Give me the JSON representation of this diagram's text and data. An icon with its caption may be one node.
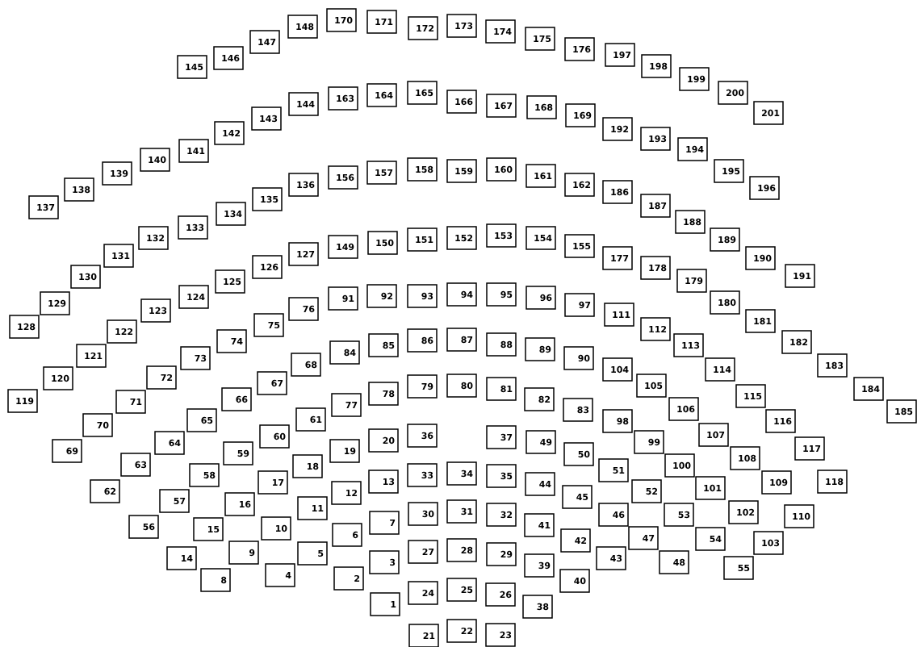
{
  "diagram": {
    "nodes": [
      {
        "text": [
          "145"
        ]
      },
      {
        "text": [
          "146"
        ]
      },
      {
        "text": [
          "147"
        ]
      },
      {
        "text": [
          "148"
        ]
      },
      {
        "text": [
          "170"
        ]
      },
      {
        "text": [
          "171"
        ]
      },
      {
        "text": [
          "172"
        ]
      },
      {
        "text": [
          "173"
        ]
      },
      {
        "text": [
          "174"
        ]
      },
      {
        "text": [
          "175"
        ]
      },
      {
        "text": [
          "176"
        ]
      },
      {
        "text": [
          "197"
        ]
      },
      {
        "text": [
          "198"
        ]
      },
      {
        "text": [
          "199"
        ]
      },
      {
        "text": [
          "200"
        ]
      },
      {
        "text": [
          "201"
        ]
      },
      {
        "text": [
          "137"
        ]
      },
      {
        "text": [
          "138"
        ]
      },
      {
        "text": [
          "139"
        ]
      },
      {
        "text": [
          "140"
        ]
      },
      {
        "text": [
          "141"
        ]
      },
      {
        "text": [
          "142"
        ]
      },
      {
        "text": [
          "143"
        ]
      },
      {
        "text": [
          "144"
        ]
      },
      {
        "text": [
          "163"
        ]
      },
      {
        "text": [
          "164"
        ]
      },
      {
        "text": [
          "165"
        ]
      },
      {
        "text": [
          "166"
        ]
      },
      {
        "text": [
          "167"
        ]
      },
      {
        "text": [
          "168"
        ]
      },
      {
        "text": [
          "169"
        ]
      },
      {
        "text": [
          "192"
        ]
      },
      {
        "text": [
          "193"
        ]
      },
      {
        "text": [
          "194"
        ]
      },
      {
        "text": [
          "195"
        ]
      },
      {
        "text": [
          "196"
        ]
      },
      {
        "text": [
          "128"
        ]
      },
      {
        "text": [
          "129"
        ]
      },
      {
        "text": [
          "130"
        ]
      },
      {
        "text": [
          "131"
        ]
      },
      {
        "text": [
          "132"
        ]
      },
      {
        "text": [
          "133"
        ]
      },
      {
        "text": [
          "134"
        ]
      },
      {
        "text": [
          "135"
        ]
      },
      {
        "text": [
          "136"
        ]
      },
      {
        "text": [
          "156"
        ]
      },
      {
        "text": [
          "157"
        ]
      },
      {
        "text": [
          "158"
        ]
      },
      {
        "text": [
          "159"
        ]
      },
      {
        "text": [
          "160"
        ]
      },
      {
        "text": [
          "161"
        ]
      },
      {
        "text": [
          "162"
        ]
      },
      {
        "text": [
          "186"
        ]
      },
      {
        "text": [
          "187"
        ]
      },
      {
        "text": [
          "188"
        ]
      },
      {
        "text": [
          "189"
        ]
      },
      {
        "text": [
          "190"
        ]
      },
      {
        "text": [
          "191"
        ]
      },
      {
        "text": [
          "119"
        ]
      },
      {
        "text": [
          "120"
        ]
      },
      {
        "text": [
          "121"
        ]
      },
      {
        "text": [
          "122"
        ]
      },
      {
        "text": [
          "123"
        ]
      },
      {
        "text": [
          "124"
        ]
      },
      {
        "text": [
          "125"
        ]
      },
      {
        "text": [
          "126"
        ]
      },
      {
        "text": [
          "127"
        ]
      },
      {
        "text": [
          "149"
        ]
      },
      {
        "text": [
          "150"
        ]
      },
      {
        "text": [
          "151"
        ]
      },
      {
        "text": [
          "152"
        ]
      },
      {
        "text": [
          "153"
        ]
      },
      {
        "text": [
          "154"
        ]
      },
      {
        "text": [
          "155"
        ]
      },
      {
        "text": [
          "177"
        ]
      },
      {
        "text": [
          "178"
        ]
      },
      {
        "text": [
          "179"
        ]
      },
      {
        "text": [
          "180"
        ]
      },
      {
        "text": [
          "181"
        ]
      },
      {
        "text": [
          "182"
        ]
      },
      {
        "text": [
          "183"
        ]
      },
      {
        "text": [
          "184"
        ]
      },
      {
        "text": [
          "185"
        ]
      },
      {
        "text": [
          "69"
        ]
      },
      {
        "text": [
          "70"
        ]
      },
      {
        "text": [
          "71"
        ]
      },
      {
        "text": [
          "72"
        ]
      },
      {
        "text": [
          "73"
        ]
      },
      {
        "text": [
          "74"
        ]
      },
      {
        "text": [
          "75"
        ]
      },
      {
        "text": [
          "76"
        ]
      },
      {
        "text": [
          "91"
        ]
      },
      {
        "text": [
          "92"
        ]
      },
      {
        "text": [
          "93"
        ]
      },
      {
        "text": [
          "94"
        ]
      },
      {
        "text": [
          "95"
        ]
      },
      {
        "text": [
          "96"
        ]
      },
      {
        "text": [
          "97"
        ]
      },
      {
        "text": [
          "111"
        ]
      },
      {
        "text": [
          "112"
        ]
      },
      {
        "text": [
          "113"
        ]
      },
      {
        "text": [
          "114"
        ]
      },
      {
        "text": [
          "115"
        ]
      },
      {
        "text": [
          "116"
        ]
      },
      {
        "text": [
          "117"
        ]
      },
      {
        "text": [
          "118"
        ]
      },
      {
        "text": [
          "62"
        ]
      },
      {
        "text": [
          "63"
        ]
      },
      {
        "text": [
          "64"
        ]
      },
      {
        "text": [
          "65"
        ]
      },
      {
        "text": [
          "66"
        ]
      },
      {
        "text": [
          "67"
        ]
      },
      {
        "text": [
          "68"
        ]
      },
      {
        "text": [
          "84"
        ]
      },
      {
        "text": [
          "85"
        ]
      },
      {
        "text": [
          "86"
        ]
      },
      {
        "text": [
          "87"
        ]
      },
      {
        "text": [
          "88"
        ]
      },
      {
        "text": [
          "89"
        ]
      },
      {
        "text": [
          "90"
        ]
      },
      {
        "text": [
          "104"
        ]
      },
      {
        "text": [
          "105"
        ]
      },
      {
        "text": [
          "106"
        ]
      },
      {
        "text": [
          "107"
        ]
      },
      {
        "text": [
          "108"
        ]
      },
      {
        "text": [
          "109"
        ]
      },
      {
        "text": [
          "110"
        ]
      },
      {
        "text": [
          "56"
        ]
      },
      {
        "text": [
          "57"
        ]
      },
      {
        "text": [
          "58"
        ]
      },
      {
        "text": [
          "59"
        ]
      },
      {
        "text": [
          "60"
        ]
      },
      {
        "text": [
          "61"
        ]
      },
      {
        "text": [
          "77"
        ]
      },
      {
        "text": [
          "78"
        ]
      },
      {
        "text": [
          "79"
        ]
      },
      {
        "text": [
          "80"
        ]
      },
      {
        "text": [
          "81"
        ]
      },
      {
        "text": [
          "82"
        ]
      },
      {
        "text": [
          "83"
        ]
      },
      {
        "text": [
          "98"
        ]
      },
      {
        "text": [
          "99"
        ]
      },
      {
        "text": [
          "100"
        ]
      },
      {
        "text": [
          "101"
        ]
      },
      {
        "text": [
          "102"
        ]
      },
      {
        "text": [
          "103"
        ]
      },
      {
        "text": [
          "14"
        ]
      },
      {
        "text": [
          "15"
        ]
      },
      {
        "text": [
          "16"
        ]
      },
      {
        "text": [
          "17"
        ]
      },
      {
        "text": [
          "18"
        ]
      },
      {
        "text": [
          "19"
        ]
      },
      {
        "text": [
          "20"
        ]
      },
      {
        "text": [
          "36"
        ]
      },
      {
        "text": [
          "37"
        ]
      },
      {
        "text": [
          "49"
        ]
      },
      {
        "text": [
          "50"
        ]
      },
      {
        "text": [
          "51"
        ]
      },
      {
        "text": [
          "52"
        ]
      },
      {
        "text": [
          "53"
        ]
      },
      {
        "text": [
          "54"
        ]
      },
      {
        "text": [
          "55"
        ]
      },
      {
        "text": [
          "8"
        ]
      },
      {
        "text": [
          "9"
        ]
      },
      {
        "text": [
          "10"
        ]
      },
      {
        "text": [
          "11"
        ]
      },
      {
        "text": [
          "12"
        ]
      },
      {
        "text": [
          "13"
        ]
      },
      {
        "text": [
          "33"
        ]
      },
      {
        "text": [
          "34"
        ]
      },
      {
        "text": [
          "35"
        ]
      },
      {
        "text": [
          "44"
        ]
      },
      {
        "text": [
          "45"
        ]
      },
      {
        "text": [
          "46"
        ]
      },
      {
        "text": [
          "47"
        ]
      },
      {
        "text": [
          "48"
        ]
      },
      {
        "text": [
          "4"
        ]
      },
      {
        "text": [
          "5"
        ]
      },
      {
        "text": [
          "6"
        ]
      },
      {
        "text": [
          "7"
        ]
      },
      {
        "text": [
          "30"
        ]
      },
      {
        "text": [
          "31"
        ]
      },
      {
        "text": [
          "32"
        ]
      },
      {
        "text": [
          "41"
        ]
      },
      {
        "text": [
          "42"
        ]
      },
      {
        "text": [
          "43"
        ]
      },
      {
        "text": [
          "2"
        ]
      },
      {
        "text": [
          "3"
        ]
      },
      {
        "text": [
          "27"
        ]
      },
      {
        "text": [
          "28"
        ]
      },
      {
        "text": [
          "29"
        ]
      },
      {
        "text": [
          "39"
        ]
      },
      {
        "text": [
          "40"
        ]
      },
      {
        "text": [
          "1"
        ]
      },
      {
        "text": [
          "24"
        ]
      },
      {
        "text": [
          "25"
        ]
      },
      {
        "text": [
          "26"
        ]
      },
      {
        "text": [
          "38"
        ]
      },
      {
        "text": [
          "21"
        ]
      },
      {
        "text": [
          "22"
        ]
      },
      {
        "text": [
          "23"
        ]
      }
    ]
  }
}
